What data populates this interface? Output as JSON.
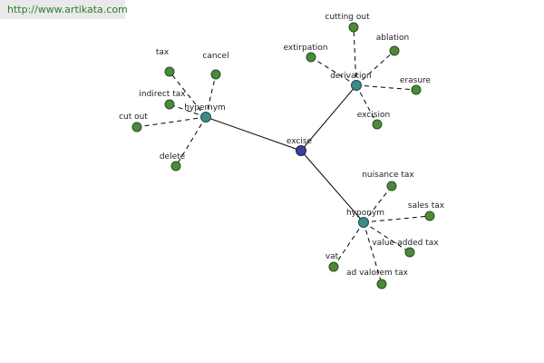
{
  "source": {
    "url_text": "http://www.artikata.com"
  },
  "graph": {
    "colors": {
      "root": "#3a3f9a",
      "hub": "#3f8a8a",
      "leaf": "#4a8a3a",
      "banner_bg": "#e9e9e9",
      "link": "#2f7a2f"
    },
    "root": {
      "id": "excise",
      "label": "excise"
    },
    "hubs": [
      {
        "id": "hypernym",
        "label": "hypernym",
        "children": [
          {
            "id": "tax",
            "label": "tax"
          },
          {
            "id": "cancel",
            "label": "cancel"
          },
          {
            "id": "indirect-tax",
            "label": "indirect tax"
          },
          {
            "id": "cut-out",
            "label": "cut out"
          },
          {
            "id": "delete",
            "label": "delete"
          }
        ]
      },
      {
        "id": "derivation",
        "label": "derivation",
        "children": [
          {
            "id": "cutting-out",
            "label": "cutting out"
          },
          {
            "id": "extirpation",
            "label": "extirpation"
          },
          {
            "id": "ablation",
            "label": "ablation"
          },
          {
            "id": "erasure",
            "label": "erasure"
          },
          {
            "id": "excision",
            "label": "excision"
          }
        ]
      },
      {
        "id": "hyponym",
        "label": "hyponym",
        "children": [
          {
            "id": "nuisance-tax",
            "label": "nuisance tax"
          },
          {
            "id": "sales-tax",
            "label": "sales tax"
          },
          {
            "id": "value-added-tax",
            "label": "value-added tax"
          },
          {
            "id": "vat",
            "label": "vat"
          },
          {
            "id": "ad-valorem-tax",
            "label": "ad valorem tax"
          }
        ]
      }
    ]
  }
}
